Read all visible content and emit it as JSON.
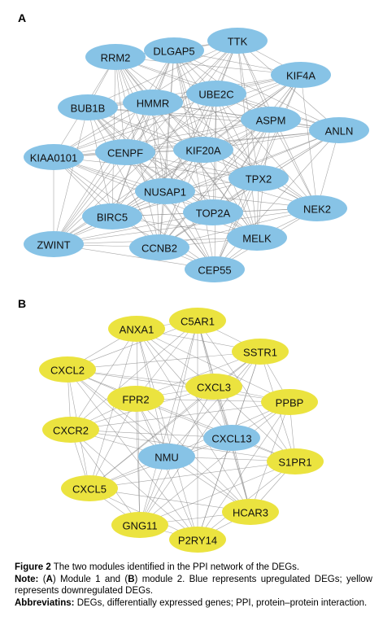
{
  "panel_a": {
    "label": "A",
    "color": "#87c3e6",
    "nodes": [
      "TTK",
      "DLGAP5",
      "RRM2",
      "KIF4A",
      "UBE2C",
      "HMMR",
      "BUB1B",
      "ASPM",
      "ANLN",
      "CENPF",
      "KIF20A",
      "KIAA0101",
      "TPX2",
      "NUSAP1",
      "BIRC5",
      "TOP2A",
      "NEK2",
      "ZWINT",
      "MELK",
      "CCNB2",
      "CEP55"
    ]
  },
  "panel_b": {
    "label": "B",
    "color_up": "#87c3e6",
    "color_down": "#ebe33f",
    "nodes": [
      "ANXA1",
      "C5AR1",
      "SSTR1",
      "CXCL2",
      "CXCL3",
      "FPR2",
      "PPBP",
      "CXCR2",
      "CXCL13",
      "NMU",
      "S1PR1",
      "CXCL5",
      "HCAR3",
      "GNG11",
      "P2RY14"
    ],
    "upregulated": [
      "CXCL13",
      "NMU"
    ]
  },
  "caption": {
    "figure_label": "Figure 2",
    "title": "The two modules identified in the PPI network of the DEGs.",
    "note_label": "Note:",
    "note_a": "A",
    "note_text_1": "Module 1 and",
    "note_b": "B",
    "note_text_2": "module 2. Blue represents upregulated DEGs; yellow represents downregulated DEGs.",
    "abbr_label": "Abbreviatins:",
    "abbr_text": "DEGs, differentially expressed genes; PPI, protein–protein interaction."
  }
}
